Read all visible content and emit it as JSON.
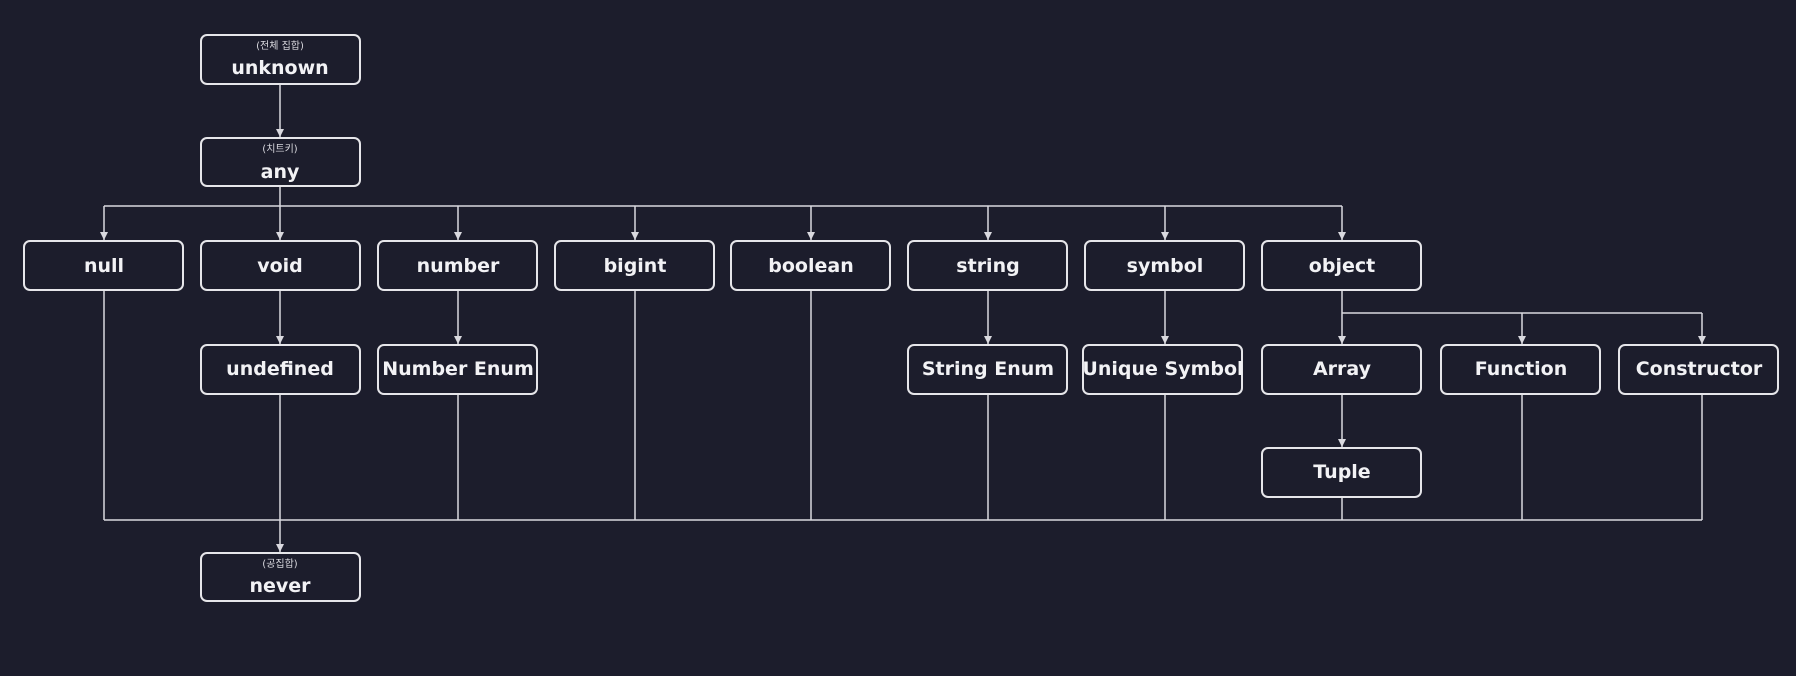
{
  "colors": {
    "background": "#1c1d2c",
    "node_border": "#e6e6ea",
    "node_text": "#f2f2f5",
    "connector": "#d9d9df"
  },
  "nodes": [
    {
      "id": "unknown",
      "label": "unknown",
      "note": "(전체 집합)"
    },
    {
      "id": "any",
      "label": "any",
      "note": "(치트키)"
    },
    {
      "id": "null",
      "label": "null"
    },
    {
      "id": "void",
      "label": "void"
    },
    {
      "id": "number",
      "label": "number"
    },
    {
      "id": "bigint",
      "label": "bigint"
    },
    {
      "id": "boolean",
      "label": "boolean"
    },
    {
      "id": "string",
      "label": "string"
    },
    {
      "id": "symbol",
      "label": "symbol"
    },
    {
      "id": "object",
      "label": "object"
    },
    {
      "id": "undefined",
      "label": "undefined"
    },
    {
      "id": "number-enum",
      "label": "Number Enum"
    },
    {
      "id": "string-enum",
      "label": "String Enum"
    },
    {
      "id": "unique-symbol",
      "label": "Unique Symbol"
    },
    {
      "id": "array",
      "label": "Array"
    },
    {
      "id": "function",
      "label": "Function"
    },
    {
      "id": "constructor",
      "label": "Constructor"
    },
    {
      "id": "tuple",
      "label": "Tuple"
    },
    {
      "id": "never",
      "label": "never",
      "note": "(공집합)"
    }
  ],
  "edges": [
    {
      "from": "unknown",
      "to": "any"
    },
    {
      "from": "any",
      "to": "null"
    },
    {
      "from": "any",
      "to": "void"
    },
    {
      "from": "any",
      "to": "number"
    },
    {
      "from": "any",
      "to": "bigint"
    },
    {
      "from": "any",
      "to": "boolean"
    },
    {
      "from": "any",
      "to": "string"
    },
    {
      "from": "any",
      "to": "symbol"
    },
    {
      "from": "any",
      "to": "object"
    },
    {
      "from": "void",
      "to": "undefined"
    },
    {
      "from": "number",
      "to": "number-enum"
    },
    {
      "from": "string",
      "to": "string-enum"
    },
    {
      "from": "symbol",
      "to": "unique-symbol"
    },
    {
      "from": "object",
      "to": "array"
    },
    {
      "from": "object",
      "to": "function"
    },
    {
      "from": "object",
      "to": "constructor"
    },
    {
      "from": "array",
      "to": "tuple"
    },
    {
      "from": "null",
      "to": "never"
    },
    {
      "from": "undefined",
      "to": "never"
    },
    {
      "from": "number-enum",
      "to": "never"
    },
    {
      "from": "bigint",
      "to": "never"
    },
    {
      "from": "boolean",
      "to": "never"
    },
    {
      "from": "string-enum",
      "to": "never"
    },
    {
      "from": "unique-symbol",
      "to": "never"
    },
    {
      "from": "tuple",
      "to": "never"
    },
    {
      "from": "function",
      "to": "never"
    },
    {
      "from": "constructor",
      "to": "never"
    }
  ]
}
